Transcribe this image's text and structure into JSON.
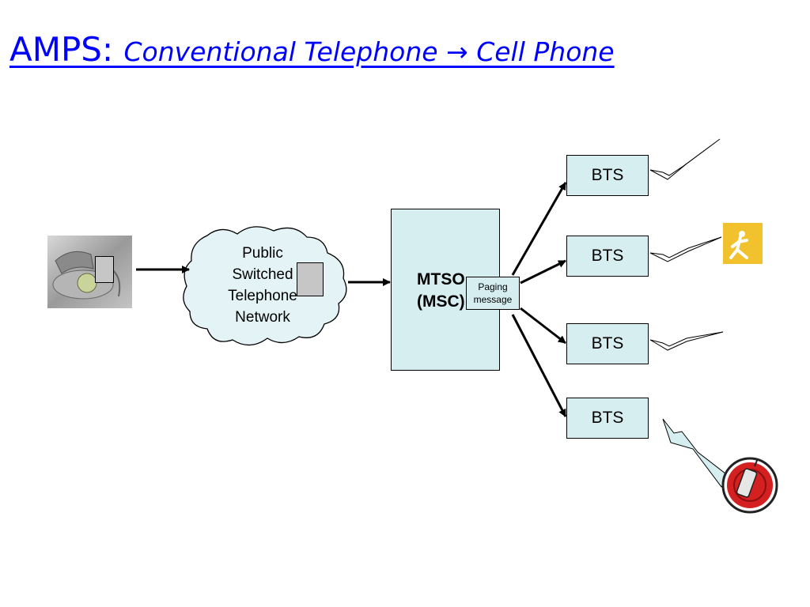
{
  "title": {
    "main": "AMPS: ",
    "subtitle": "Conventional Telephone → Cell Phone"
  },
  "diagram": {
    "pstn_label_lines": [
      "Public",
      "Switched",
      "Telephone",
      "Network"
    ],
    "mtso_label_lines": [
      "MTSO",
      "(MSC)"
    ],
    "paging_label_lines": [
      "Paging",
      "message"
    ],
    "bts_labels": [
      "BTS",
      "BTS",
      "BTS",
      "BTS"
    ]
  },
  "colors": {
    "title": "#0000ff",
    "box_fill": "#d6eef0",
    "cloud_fill": "#e4f3f5",
    "packet_fill": "#c6c6c6"
  },
  "icons": [
    "desk-telephone-icon",
    "walking-person-icon",
    "cell-phone-icon"
  ]
}
